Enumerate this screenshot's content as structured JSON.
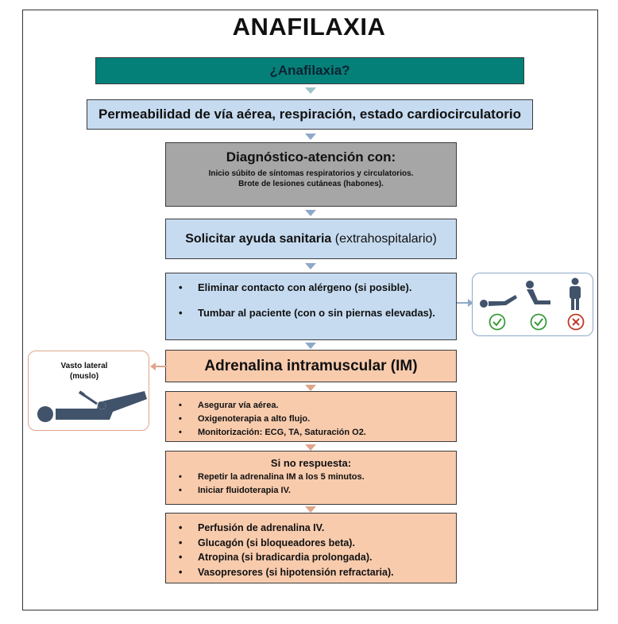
{
  "title": "ANAFILAXIA",
  "step1": "¿Anafilaxia?",
  "step2": "Permeabilidad de vía aérea, respiración, estado cardiocirculatorio",
  "step3": {
    "heading": "Diagnóstico-atención con:",
    "line1": "Inicio súbito de síntomas respiratorios y circulatorios.",
    "line2": "Brote de lesiones cutáneas (habones)."
  },
  "step4": {
    "bold": "Solicitar ayuda sanitaria",
    "normal": "(extrahospitalario)"
  },
  "step5": {
    "items": [
      "Eliminar contacto con alérgeno (si posible).",
      "Tumbar al paciente (con o sin piernas elevadas)."
    ]
  },
  "step6": "Adrenalina intramuscular (IM)",
  "step7": {
    "items": [
      "Asegurar vía aérea.",
      "Oxigenoterapia a alto flujo.",
      "Monitorización: ECG, TA, Saturación O2."
    ]
  },
  "step8": {
    "heading": "Si no respuesta:",
    "items": [
      "Repetir la adrenalina IM a los 5 minutos.",
      "Iniciar fluidoterapia IV."
    ]
  },
  "step9": {
    "items": [
      "Perfusión de adrenalina IV.",
      "Glucagón (si  bloqueadores beta).",
      "Atropina (si bradicardia prolongada).",
      "Vasopresores (si hipotensión refractaria)."
    ]
  },
  "side_left": {
    "label_line1": "Vasto lateral",
    "label_line2": "(muslo)",
    "icon": "injection-thigh-icon"
  },
  "side_right": {
    "icons": [
      "lying-legs-raised-icon",
      "sitting-reclined-icon",
      "standing-icon"
    ],
    "marks": [
      "check",
      "check",
      "cross"
    ]
  },
  "colors": {
    "teal": "#048079",
    "blue": "#c6dbf0",
    "gray": "#a6a6a6",
    "peach": "#f8cbad",
    "check": "#3a9a3a",
    "cross": "#c0392b"
  }
}
